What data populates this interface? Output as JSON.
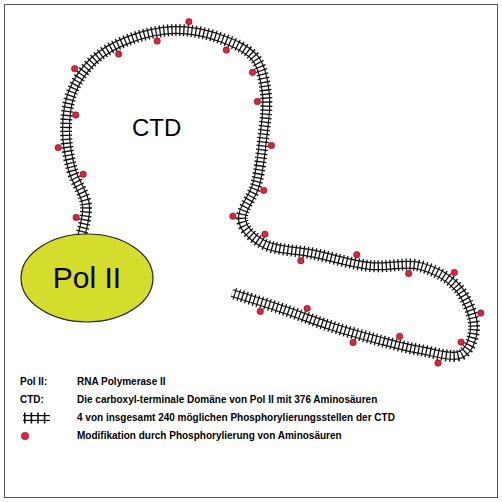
{
  "diagram": {
    "nodes": [
      {
        "text": [
          "Pol II"
        ]
      }
    ],
    "labels": [
      "CTD",
      "Pol II:",
      "RNA Polymerase II",
      "CTD:",
      "Die carboxyl-terminale Domäne von Pol II mit 376 Aminosäuren"
    ],
    "legend": [
      {
        "text": "4 von insgesamt 240 möglichen Phosphorylierungsstellen der CTD"
      },
      {
        "text": "Modifikation durch Phosphorylierung von Aminosäuren",
        "color": "#d7263d"
      }
    ]
  }
}
